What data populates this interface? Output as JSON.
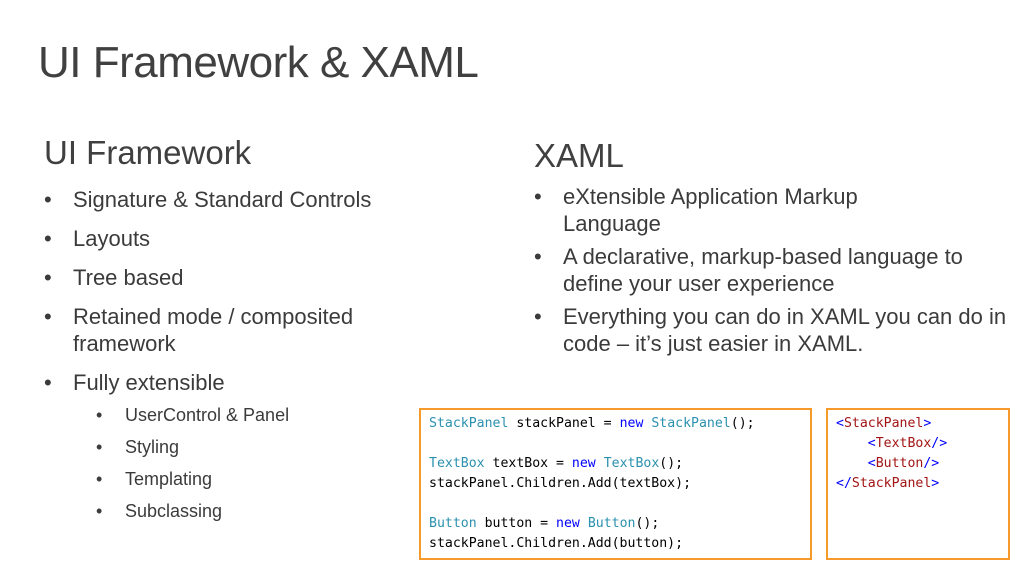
{
  "slide": {
    "title": "UI Framework & XAML"
  },
  "left": {
    "heading": "UI Framework",
    "bullets": [
      "Signature & Standard Controls",
      "Layouts",
      "Tree based",
      "Retained mode / composited framework",
      "Fully extensible"
    ],
    "sub_bullets": [
      "UserControl & Panel",
      "Styling",
      "Templating",
      "Subclassing"
    ]
  },
  "right": {
    "heading": "XAML",
    "bullets": [
      "eXtensible Application Markup Language",
      "A declarative, markup-based language to define your user experience",
      "Everything you can do in XAML you can do in code – it’s just easier in XAML."
    ]
  },
  "code_csharp": {
    "line1": {
      "t1": "StackPanel",
      "t2": " stackPanel = ",
      "kw": "new",
      "sp": " ",
      "t3": "StackPanel",
      "t4": "();"
    },
    "line3": {
      "t1": "TextBox",
      "t2": " textBox = ",
      "kw": "new",
      "sp": " ",
      "t3": "TextBox",
      "t4": "();"
    },
    "line4": "stackPanel.Children.Add(textBox);",
    "line6": {
      "t1": "Button",
      "t2": " button = ",
      "kw": "new",
      "sp": " ",
      "t3": "Button",
      "t4": "();"
    },
    "line7": "stackPanel.Children.Add(button);"
  },
  "code_xaml": {
    "open_tag": "StackPanel",
    "child1": "TextBox",
    "child2": "Button",
    "close_tag": "StackPanel"
  },
  "colors": {
    "accent_border": "#f59a2b",
    "keyword": "#0000ff",
    "type": "#2b91af",
    "tag": "#a31515"
  }
}
